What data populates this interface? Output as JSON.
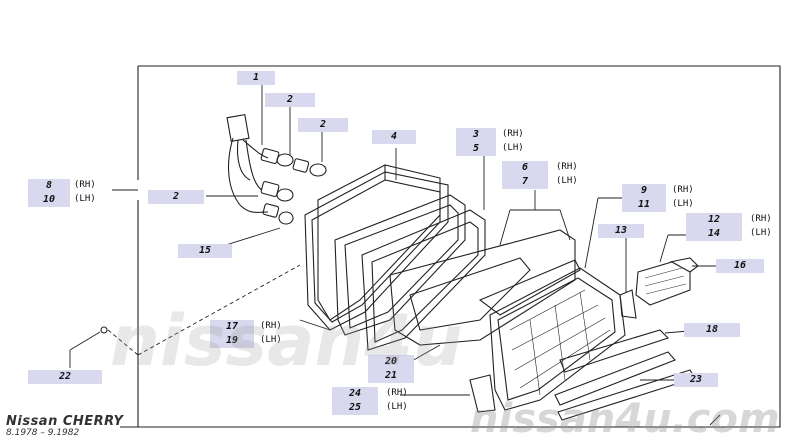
{
  "callouts": [
    {
      "id": "c1",
      "text": "1"
    },
    {
      "id": "c2a",
      "text": "2"
    },
    {
      "id": "c2b",
      "text": "2"
    },
    {
      "id": "c2c",
      "text": "2"
    },
    {
      "id": "c4",
      "text": "4"
    },
    {
      "id": "c3",
      "text": "3"
    },
    {
      "id": "c5",
      "text": "5"
    },
    {
      "id": "c6",
      "text": "6"
    },
    {
      "id": "c7",
      "text": "7"
    },
    {
      "id": "c8",
      "text": "8"
    },
    {
      "id": "c10",
      "text": "10"
    },
    {
      "id": "c9",
      "text": "9"
    },
    {
      "id": "c11",
      "text": "11"
    },
    {
      "id": "c12",
      "text": "12"
    },
    {
      "id": "c14",
      "text": "14"
    },
    {
      "id": "c13",
      "text": "13"
    },
    {
      "id": "c15",
      "text": "15"
    },
    {
      "id": "c16",
      "text": "16"
    },
    {
      "id": "c17",
      "text": "17"
    },
    {
      "id": "c19",
      "text": "19"
    },
    {
      "id": "c18",
      "text": "18"
    },
    {
      "id": "c20",
      "text": "20"
    },
    {
      "id": "c21",
      "text": "21"
    },
    {
      "id": "c22",
      "text": "22"
    },
    {
      "id": "c23",
      "text": "23"
    },
    {
      "id": "c24",
      "text": "24"
    },
    {
      "id": "c25",
      "text": "25"
    }
  ],
  "side_labels": {
    "rh": "(RH)",
    "lh": "(LH)"
  },
  "watermark": {
    "main": "nissan4u",
    "url": "nissan4u.com"
  },
  "brand": {
    "model": "Nissan CHERRY",
    "years": "8.1978 – 9.1982"
  },
  "colors": {
    "label_bg": "#d8d8ee",
    "line": "#222222",
    "background": "#ffffff"
  }
}
